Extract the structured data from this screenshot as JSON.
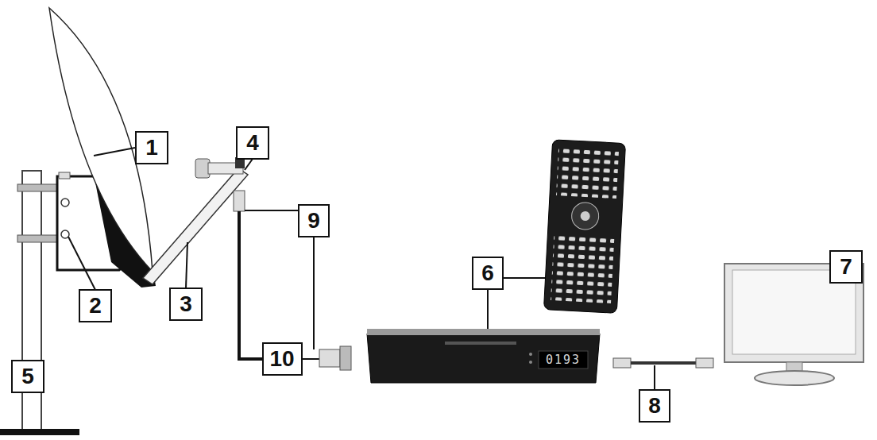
{
  "diagram": {
    "nodes": [
      {
        "text": [
          "1"
        ]
      },
      {
        "text": [
          "2"
        ]
      },
      {
        "text": [
          "3"
        ]
      },
      {
        "text": [
          "4"
        ]
      },
      {
        "text": [
          "5"
        ]
      },
      {
        "text": [
          "6"
        ]
      },
      {
        "text": [
          "7"
        ]
      },
      {
        "text": [
          "8"
        ]
      },
      {
        "text": [
          "9"
        ]
      },
      {
        "text": [
          "10"
        ]
      }
    ],
    "labels": [
      "0193"
    ]
  }
}
